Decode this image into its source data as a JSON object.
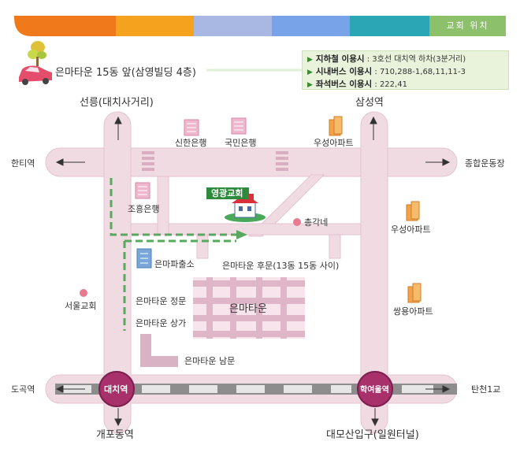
{
  "header": {
    "title": "교회 위치",
    "colors": [
      "#f07a1b",
      "#f5a21f",
      "#a9b8e2",
      "#78a3e8",
      "#2aa6b4",
      "#8cc06b"
    ]
  },
  "start_location": "은마타운 15동 앞(삼영빌딩 4층)",
  "transit": [
    {
      "key": "지하철 이용시",
      "value": ": 3호선 대치역 하차(3분거리)"
    },
    {
      "key": "시내버스 이용시",
      "value": ": 710,288-1,68,11,11-3"
    },
    {
      "key": "좌석버스 이용시",
      "value": ": 222,41"
    }
  ],
  "labels": {
    "seolleung": "선릉(대치사거리)",
    "samseong": "삼성역",
    "hanti": "한티역",
    "sports_complex": "종합운동장",
    "dogok": "도곡역",
    "tancheon": "탄천1교",
    "gaepo": "개포동역",
    "daemosan": "대모산입구(일원터널)",
    "shinhan": "신한은행",
    "kookmin": "국민은행",
    "woosung_top": "우성아파트",
    "woosung_right": "우성아파트",
    "chohung": "조흥은행",
    "church": "영광교회",
    "chonggak": "총각네",
    "police": "은마파출소",
    "back_gate": "은마타운 후문(13동 15동 사이)",
    "seoul_church": "서울교회",
    "main_gate": "은마타운 정문",
    "shopping": "은마타운 상가",
    "eunma_town": "은마타운",
    "ssangyong": "쌍용아파트",
    "south_gate": "은마타운 남문",
    "daechi_station": "대치역",
    "hakyeoul_station": "학여울역"
  },
  "colors": {
    "road": "#f1dbe3",
    "road_edge": "#e4c3d0",
    "subway": "#8d8d8d",
    "station": "#a8316b",
    "route": "#5aa85f",
    "building": "#efb7cd"
  }
}
